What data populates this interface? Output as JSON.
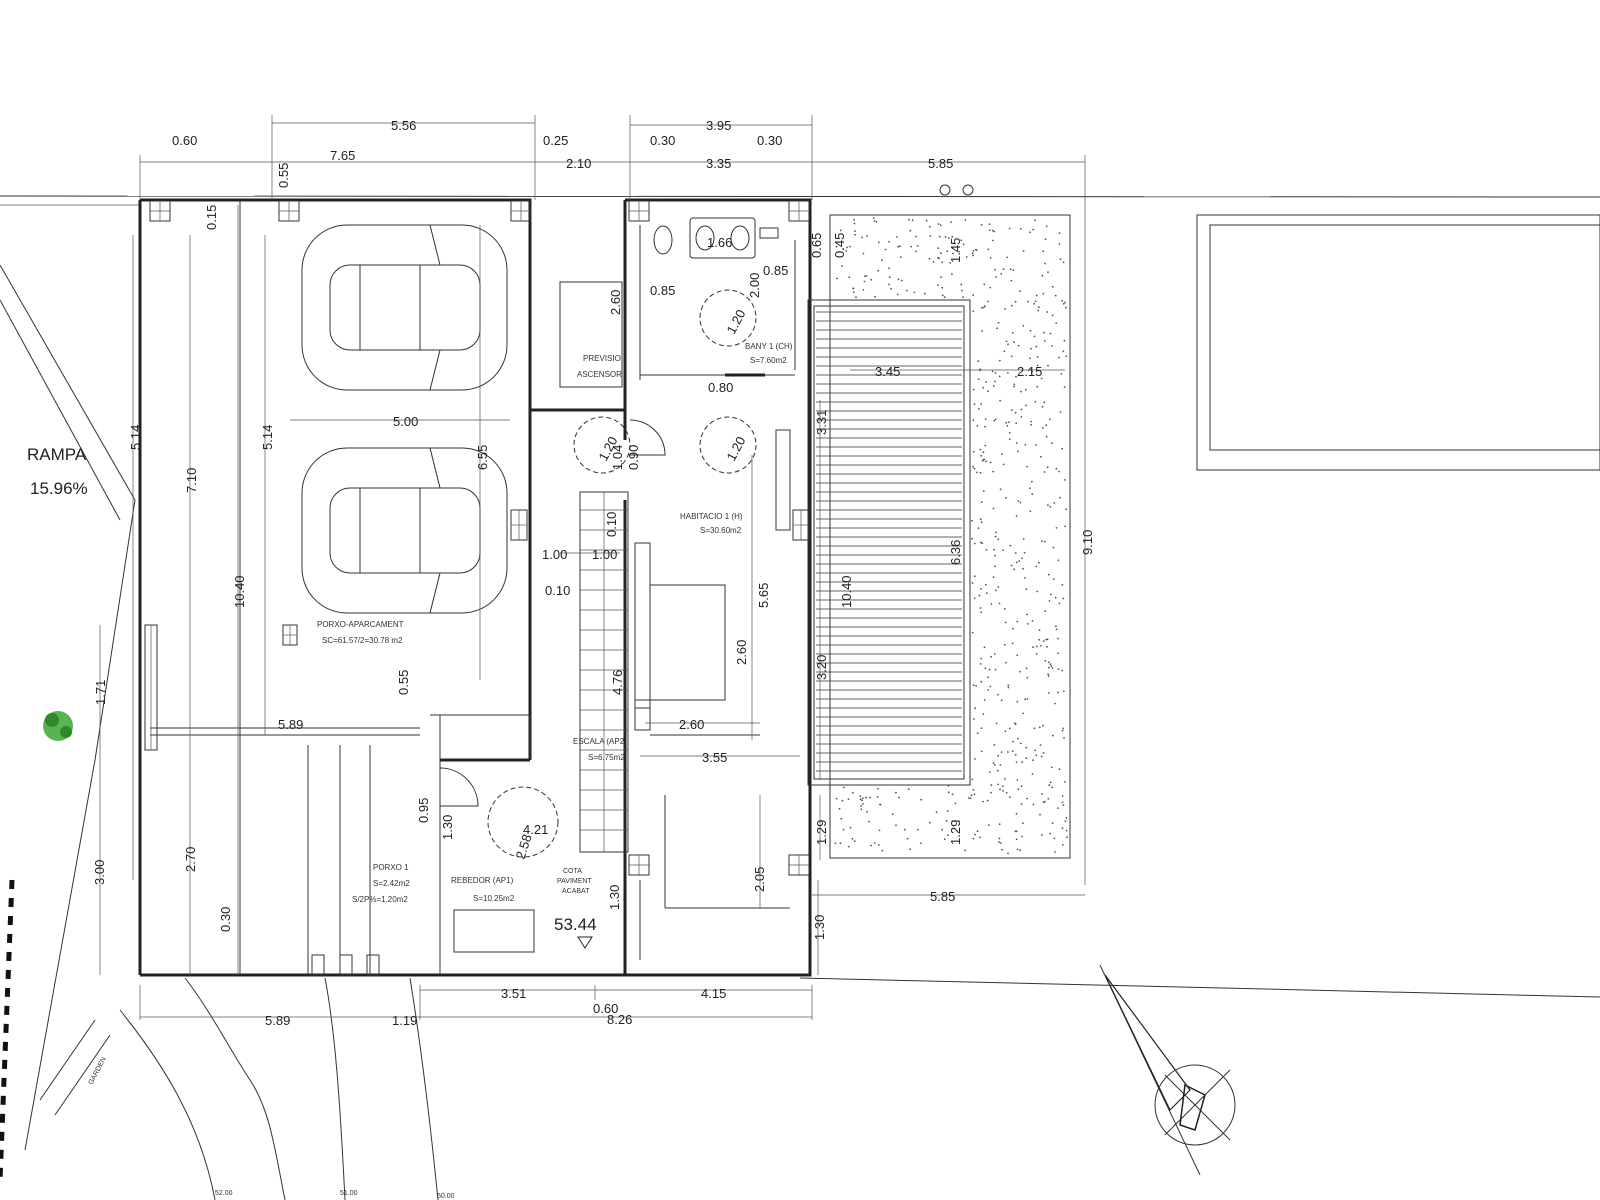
{
  "ramp": {
    "label": "RAMPA",
    "slope": "15.96%"
  },
  "elevation": {
    "label_line1": "COTA",
    "label_line2": "PAVIMENT",
    "label_line3": "ACABAT",
    "value": "53.44"
  },
  "rooms": {
    "garage_name": "PORXO-APARCAMENT",
    "garage_area": "SC=61.57/2=30.78 m2",
    "lift_line1": "PREVISIO",
    "lift_line2": "ASCENSOR",
    "bath_name": "BANY 1 (CH)",
    "bath_area": "S=7.60m2",
    "bedroom_name": "HABITACIO 1 (H)",
    "bedroom_area": "S=30.60m2",
    "stair_name": "ESCALA (AP2)",
    "stair_area": "S=6.75m2",
    "porch_name": "PORXO 1",
    "porch_area": "S=2.42m2",
    "porch_area2": "S/2P%=1.20m2",
    "hall_name": "REBEDOR (AP1)",
    "hall_area": "S=10.25m2",
    "side_label": "GARDEN"
  },
  "contours": [
    "52.00",
    "51.00",
    "50.00"
  ],
  "dims_top": {
    "d060": "0.60",
    "d765": "7.65",
    "d556": "5.56",
    "d025": "0.25",
    "d210": "2.10",
    "d030a": "0.30",
    "d395": "3.95",
    "d030b": "0.30",
    "d335": "3.35",
    "d585": "5.85"
  },
  "dims_inner": {
    "d055a": "0.55",
    "d015": "0.15",
    "d514a": "5.14",
    "d514b": "5.14",
    "d710": "7.10",
    "d500": "5.00",
    "d655": "6.55",
    "d1040": "10.40",
    "d260a": "2.60",
    "d085a": "0.85",
    "d166": "1.66",
    "d085b": "0.85",
    "d200": "2.00",
    "d065": "0.65",
    "d045": "0.45",
    "d145": "1.45",
    "d345": "3.45",
    "d215": "2.15",
    "d120a": "1.20",
    "d080": "0.80",
    "d120b": "1.20",
    "d120c": "1.20",
    "d104": "1.04",
    "d090": "0.90",
    "d331": "3.31",
    "d100a": "1.00",
    "d100b": "1.00",
    "d010a": "0.10",
    "d010b": "0.10",
    "d565": "5.65",
    "d1040b": "10.40",
    "d636": "6.36",
    "d910": "9.10",
    "d260b": "2.60",
    "d476": "4.76",
    "d320": "3.20",
    "d260c": "2.60",
    "d355": "3.55",
    "d055b": "0.55",
    "d589a": "5.89",
    "d171": "1.71",
    "d095": "0.95",
    "d130a": "1.30",
    "d421": "4.21",
    "d258": "2.58",
    "d129a": "1.29",
    "d129b": "1.29",
    "d205": "2.05",
    "d300": "3.00",
    "d270": "2.70",
    "d030c": "0.30",
    "d130b": "1.30",
    "d130c": "1.30",
    "d585b": "5.85"
  },
  "dims_bottom": {
    "d589": "5.89",
    "d119": "1.19",
    "d351": "3.51",
    "d060": "0.60",
    "d415": "4.15",
    "d826": "8.26"
  },
  "colors": {
    "ink": "#222222",
    "tree": "#3aa832",
    "stipple": "#555555"
  }
}
